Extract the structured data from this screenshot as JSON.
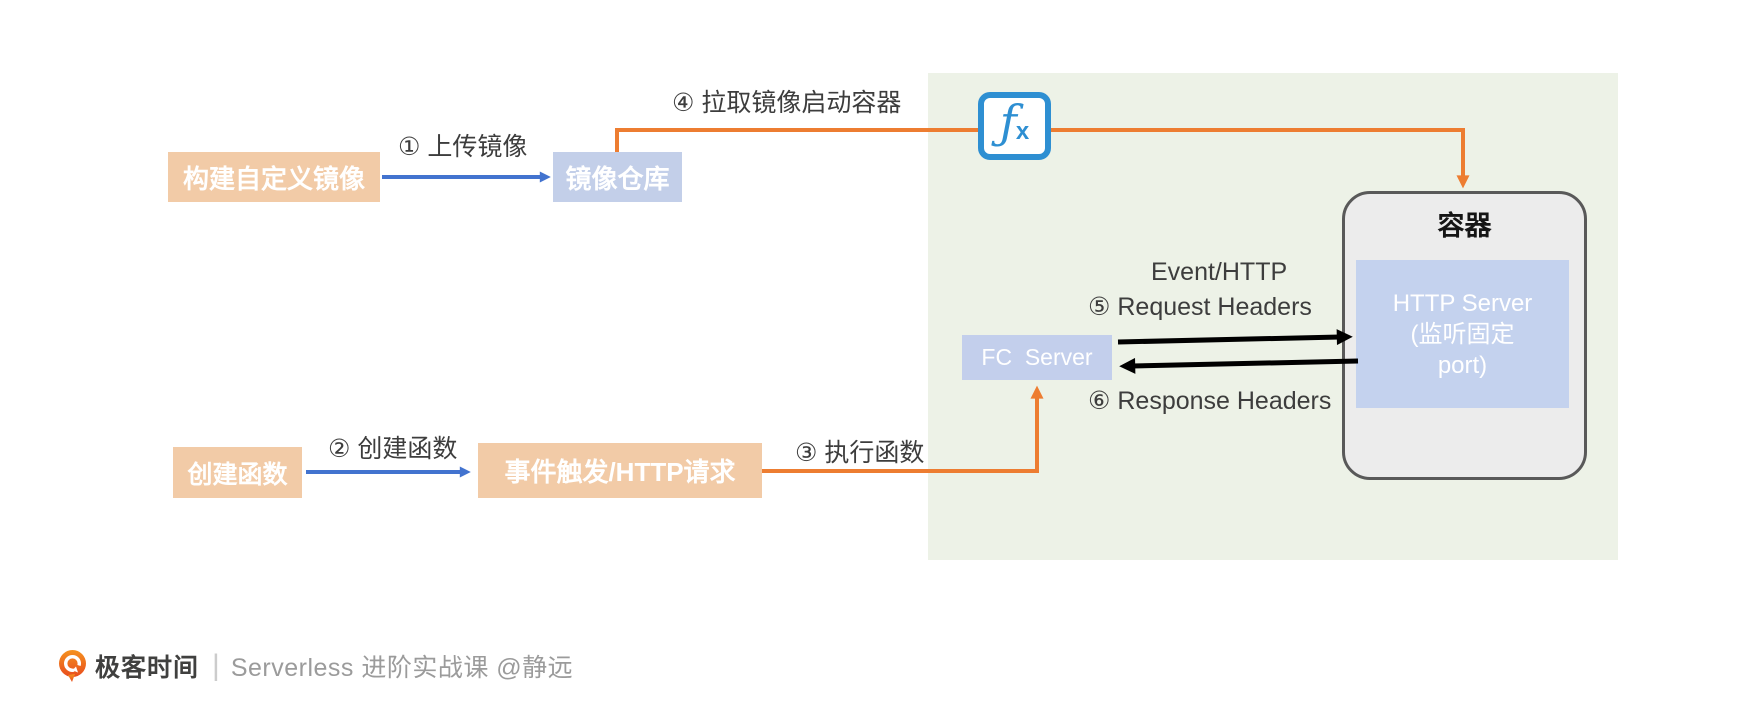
{
  "colors": {
    "orange_box": "#f2cba7",
    "blue_box": "#c3cfe9",
    "http_server_box": "#c4d2ee",
    "panel_green": "#edf2e7",
    "container_fill": "#ececec",
    "container_border": "#595959",
    "arrow_blue": "#4273cf",
    "arrow_orange": "#ed7d31",
    "arrow_black": "#000000",
    "fx_icon_blue": "#2e8fd2",
    "label_text": "#3d3d3d"
  },
  "diagram": {
    "nodes": {
      "build_image": {
        "label": "构建自定义镜像"
      },
      "image_repo": {
        "label": "镜像仓库"
      },
      "create_function": {
        "label": "创建函数"
      },
      "event_trigger": {
        "label": "事件触发/HTTP请求"
      },
      "fc_server": {
        "label": "FC  Server"
      },
      "container": {
        "title": "容器"
      },
      "http_server": {
        "line1": "HTTP Server",
        "line2": "(监听固定",
        "line3": "port)"
      }
    },
    "edge_labels": {
      "step1": "① 上传镜像",
      "step2": "② 创建函数",
      "step3": "③ 执行函数",
      "step4": "④ 拉取镜像启动容器",
      "event_http": "Event/HTTP",
      "step5": "⑤ Request Headers",
      "step6": "⑥ Response Headers"
    },
    "fx_icon": {
      "f": "ƒ",
      "x": "x"
    }
  },
  "footer": {
    "brand": "极客时间",
    "divider": "|",
    "course": "Serverless 进阶实战课 @静远"
  }
}
